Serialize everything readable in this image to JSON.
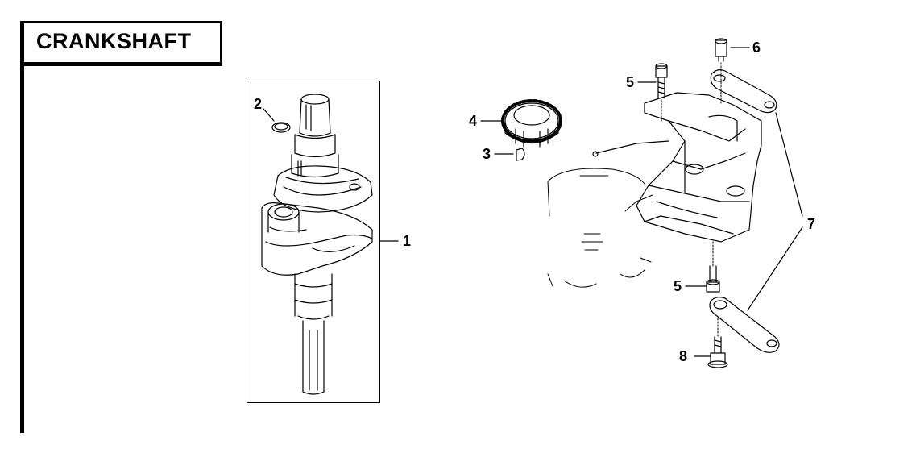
{
  "header": {
    "title": "CRANKSHAFT"
  },
  "callouts": {
    "c1": "1",
    "c2": "2",
    "c3": "3",
    "c4": "4",
    "c5a": "5",
    "c5b": "5",
    "c6": "6",
    "c7": "7",
    "c8": "8"
  }
}
